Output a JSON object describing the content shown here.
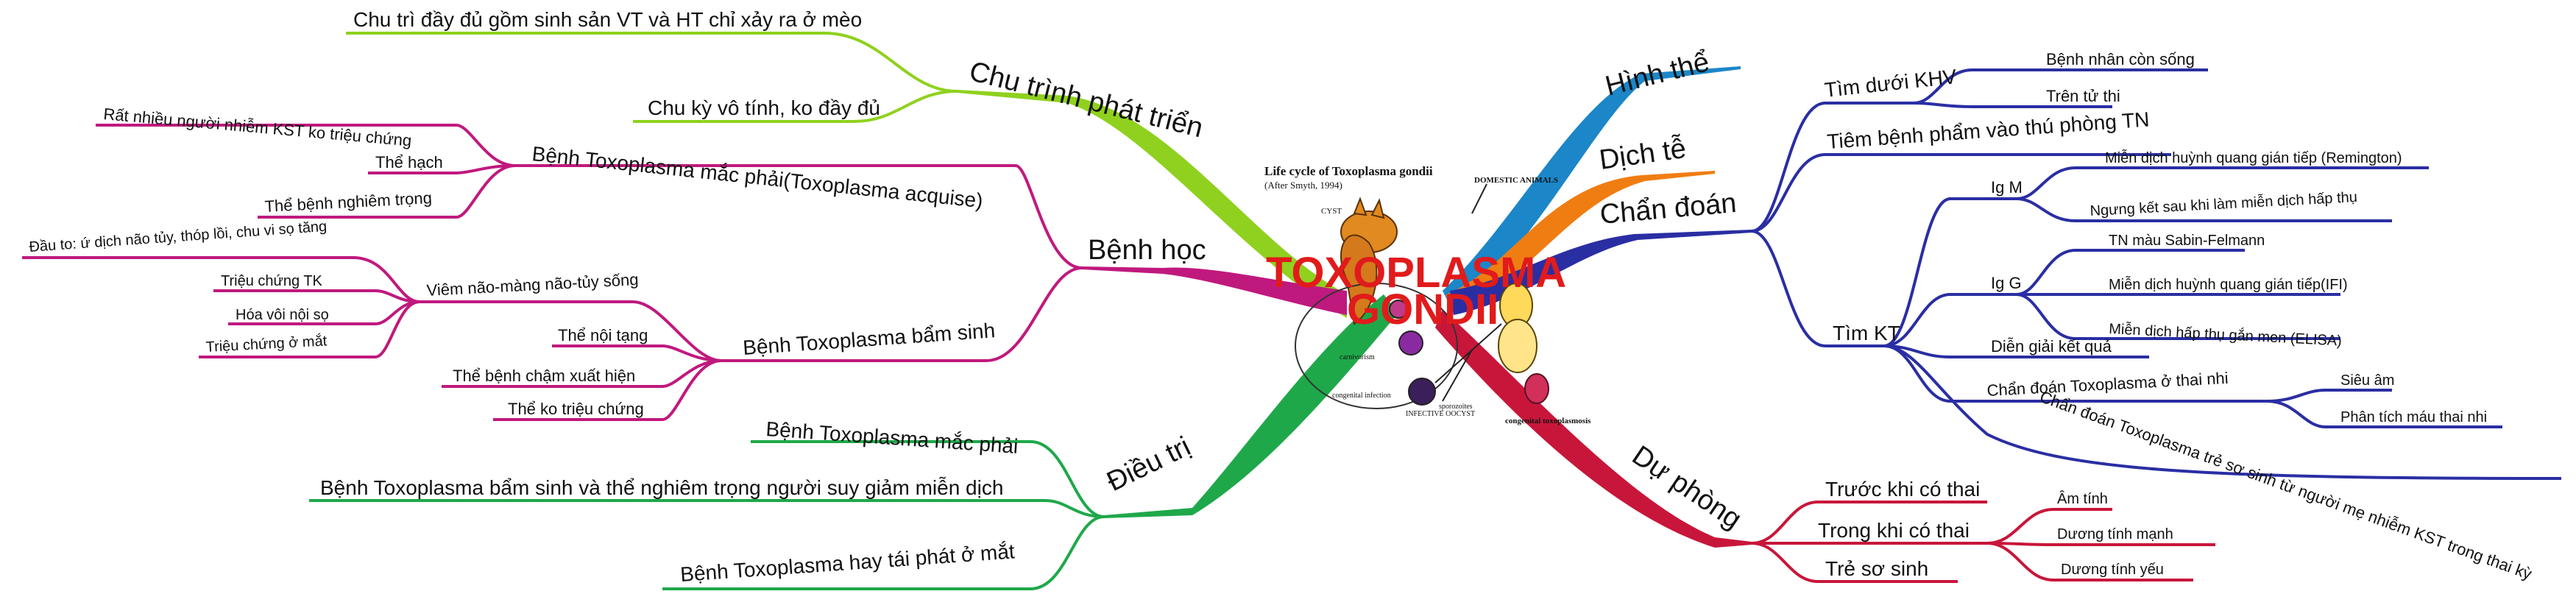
{
  "center": {
    "title_line1": "TOXOPLASMA",
    "title_line2": "GONDII",
    "image_title": "Life cycle of Toxoplasma gondii",
    "image_source": "(After Smyth, 1994)",
    "image_labels": [
      "DOMESTIC ANIMALS",
      "CYST",
      "congenital toxoplasmosis",
      "INFECTIVE OOCYST",
      "sporozoites",
      "carnivorism",
      "congenital infection"
    ]
  },
  "branches": {
    "chu_trinh": {
      "label": "Chu trình phát triển",
      "items": [
        "Chu trì đầy đủ gồm sinh sản VT và HT chỉ xảy ra ở mèo",
        "Chu kỳ vô tính, ko đầy đủ"
      ]
    },
    "benh_hoc": {
      "label": "Bệnh học",
      "mac_phai": {
        "label": "Bệnh Toxoplasma mắc phải(Toxoplasma acquise)",
        "items": [
          "Rất nhiều người nhiễm KST ko triệu chứng",
          "Thể hạch",
          "Thể bệnh nghiêm trọng"
        ]
      },
      "bam_sinh": {
        "label": "Bệnh Toxoplasma bẩm sinh",
        "viem_nao": {
          "label": "Viêm não-màng não-tủy sống",
          "items": [
            "Đầu to: ứ dịch não tủy, thóp lồi, chu vi sọ tăng",
            "Triệu chứng TK",
            "Hóa vôi nội sọ",
            "Triệu chứng ở mắt"
          ]
        },
        "items": [
          "Thể nội tạng",
          "Thể bệnh chậm xuất hiện",
          "Thể ko triệu chứng"
        ]
      }
    },
    "dieu_tri": {
      "label": "Điều trị",
      "items": [
        "Bệnh Toxoplasma mắc phải",
        "Bệnh Toxoplasma bẩm sinh và thể nghiêm trọng người suy giảm miễn dịch",
        "Bệnh Toxoplasma hay tái phát ở mắt"
      ]
    },
    "hinh_the": {
      "label": "Hình thể"
    },
    "dich_te": {
      "label": "Dịch tễ"
    },
    "chan_doan": {
      "label": "Chẩn đoán",
      "tim_khv": {
        "label": "Tìm dưới KHV",
        "items": [
          "Bệnh nhân còn sống",
          "Trên tử thi"
        ]
      },
      "tiem": {
        "label": "Tiêm bệnh phẩm vào thú phòng TN"
      },
      "tim_kt": {
        "label": "Tìm KT",
        "igm": {
          "label": "Ig M",
          "items": [
            "Miễn dịch huỳnh quang gián tiếp (Remington)",
            "Ngưng kết sau khi làm miễn dịch hấp thụ"
          ]
        },
        "igg": {
          "label": "Ig G",
          "items": [
            "TN màu Sabin-Felmann",
            "Miễn dịch huỳnh quang gián tiếp(IFI)",
            "Miễn dịch hấp thụ gắn men (ELISA)"
          ]
        },
        "dien_giai": "Diễn giải kết quả",
        "thai_nhi": {
          "label": "Chẩn đoán Toxoplasma ở thai nhi",
          "items": [
            "Siêu âm",
            "Phân tích máu thai nhi"
          ]
        },
        "tre_so_sinh": "Chẩn đoán Toxoplasma trẻ sơ sinh từ người mẹ nhiễm KST trong thai kỳ"
      }
    },
    "du_phong": {
      "label": "Dự phòng",
      "truoc": "Trước khi có thai",
      "trong": {
        "label": "Trong khi có thai",
        "items": [
          "Âm tính",
          "Dương tính mạnh",
          "Dương tính yếu"
        ]
      },
      "tre": "Trẻ sơ sinh"
    }
  },
  "colors": {
    "chu_trinh": "#8fd11e",
    "benh_hoc": "#c0197e",
    "dieu_tri": "#1fa84a",
    "hinh_the": "#1b86c8",
    "dich_te": "#f07d12",
    "chan_doan": "#2a2ea3",
    "du_phong": "#c8163a",
    "title": "#e11b1b"
  }
}
